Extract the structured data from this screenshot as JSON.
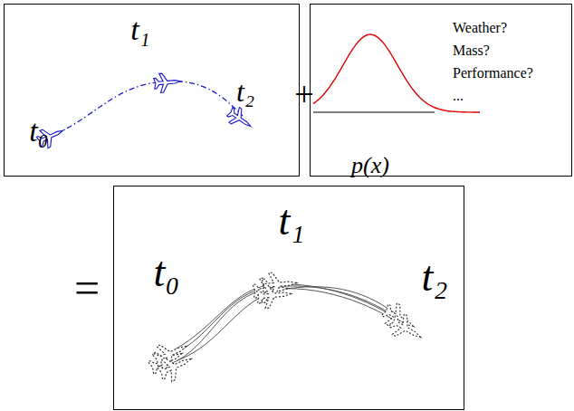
{
  "diagram": {
    "nodes": [
      {
        "text": [
          "t₀",
          "t₁",
          "t₂"
        ]
      },
      {
        "text": [
          "p(x)",
          "Weather? Mass? Performance? ..."
        ]
      },
      {
        "text": [
          "t₁",
          "t₀",
          "t₂"
        ]
      }
    ],
    "labels": [
      "+",
      "="
    ]
  }
}
